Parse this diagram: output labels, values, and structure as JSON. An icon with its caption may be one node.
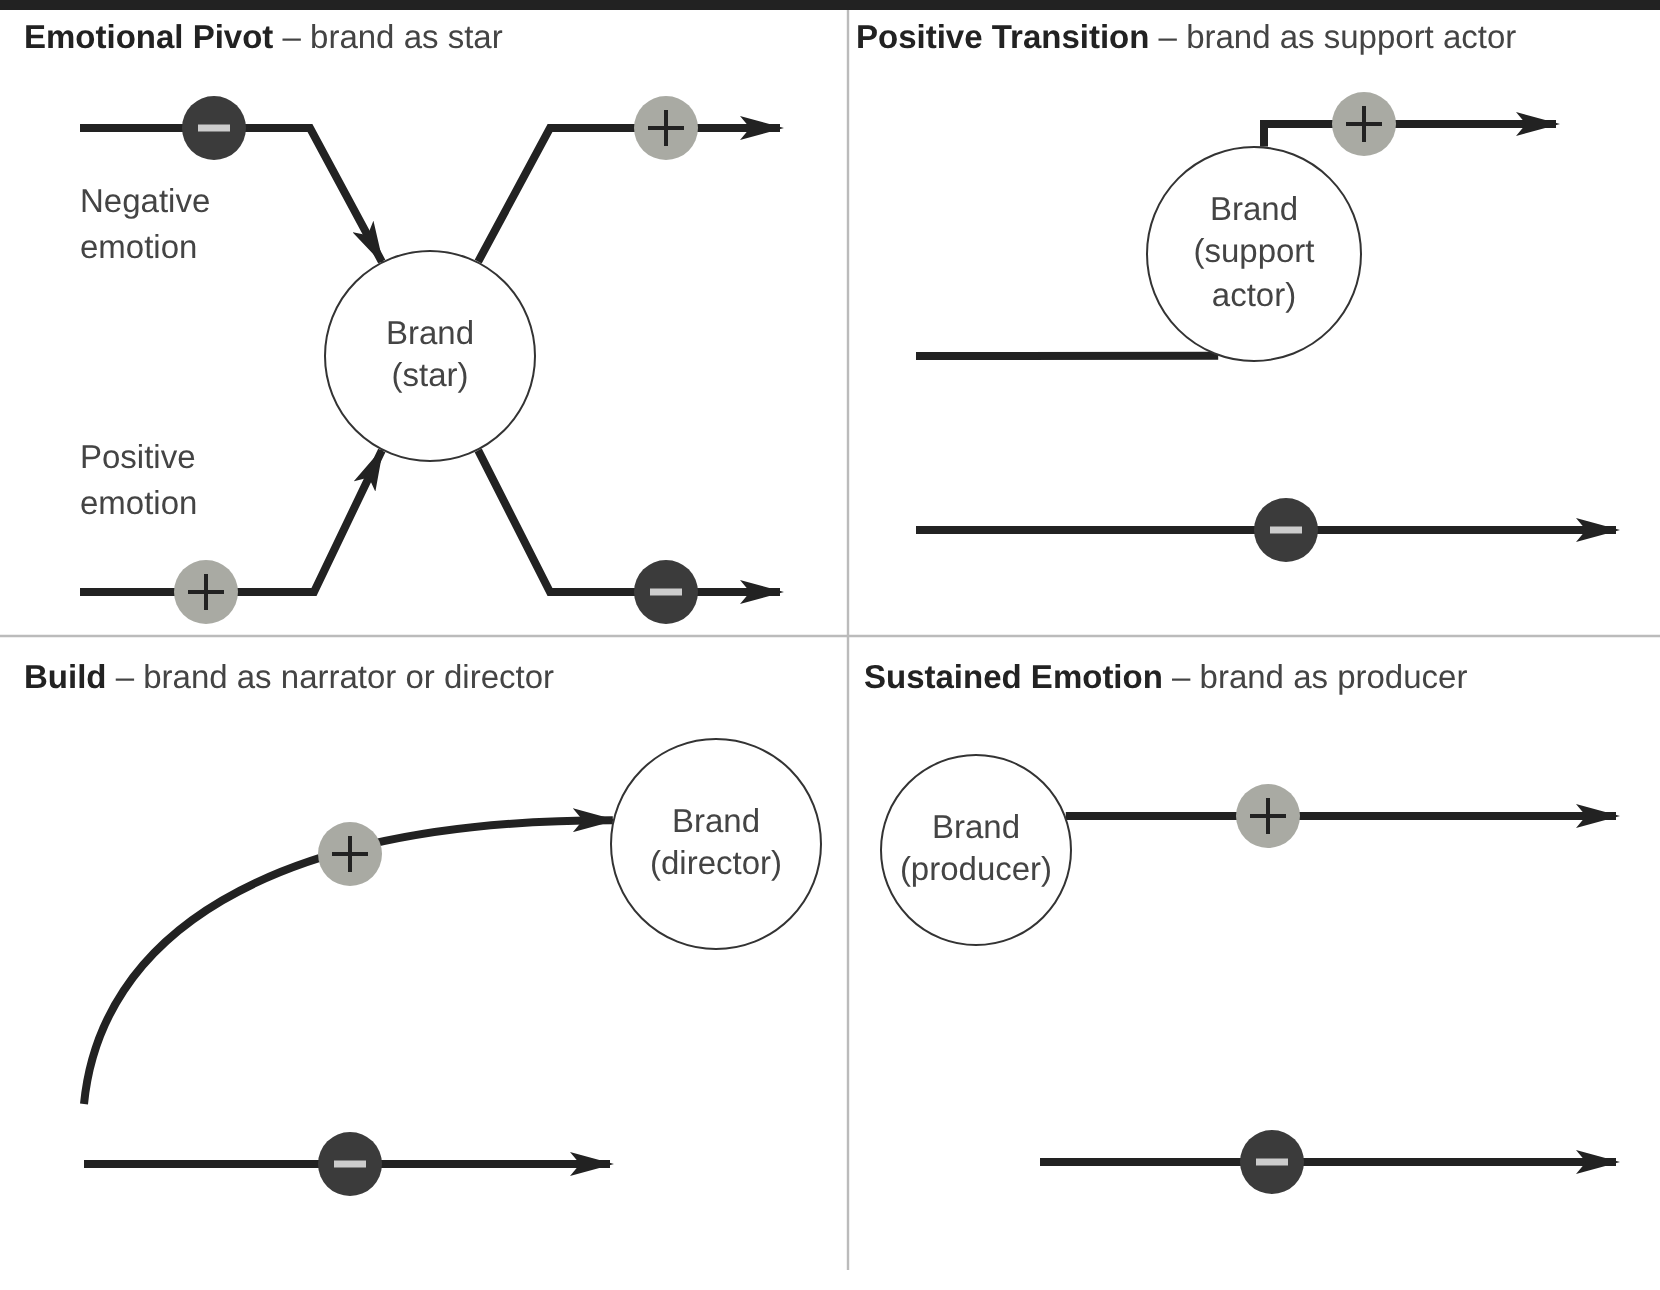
{
  "diagram": {
    "nodes": [
      {
        "text": [
          "Brand (star)"
        ]
      },
      {
        "text": [
          "Brand (support actor)"
        ]
      },
      {
        "text": [
          "Brand (director)"
        ]
      },
      {
        "text": [
          "Brand (producer)"
        ]
      }
    ],
    "edges": [
      {
        "from": null,
        "to": 0,
        "arrow": "to"
      },
      {
        "from": null,
        "to": 0,
        "arrow": "to"
      },
      {
        "from": 0,
        "to": null,
        "arrow": "to"
      },
      {
        "from": 0,
        "to": null,
        "arrow": "to"
      },
      {
        "from": null,
        "to": 1,
        "arrow": "none"
      },
      {
        "from": 1,
        "to": null,
        "arrow": "to"
      },
      {
        "from": null,
        "to": 2,
        "arrow": "to"
      },
      {
        "from": 3,
        "to": null,
        "arrow": "to"
      }
    ],
    "labels": [
      "**Emotional Pivot** – brand as star",
      "**Positive Transition** – brand as support actor",
      "Negative emotion",
      "Positive emotion",
      "**Build** – brand as narrator or director",
      "**Sustained Emotion** – brand as producer"
    ]
  }
}
